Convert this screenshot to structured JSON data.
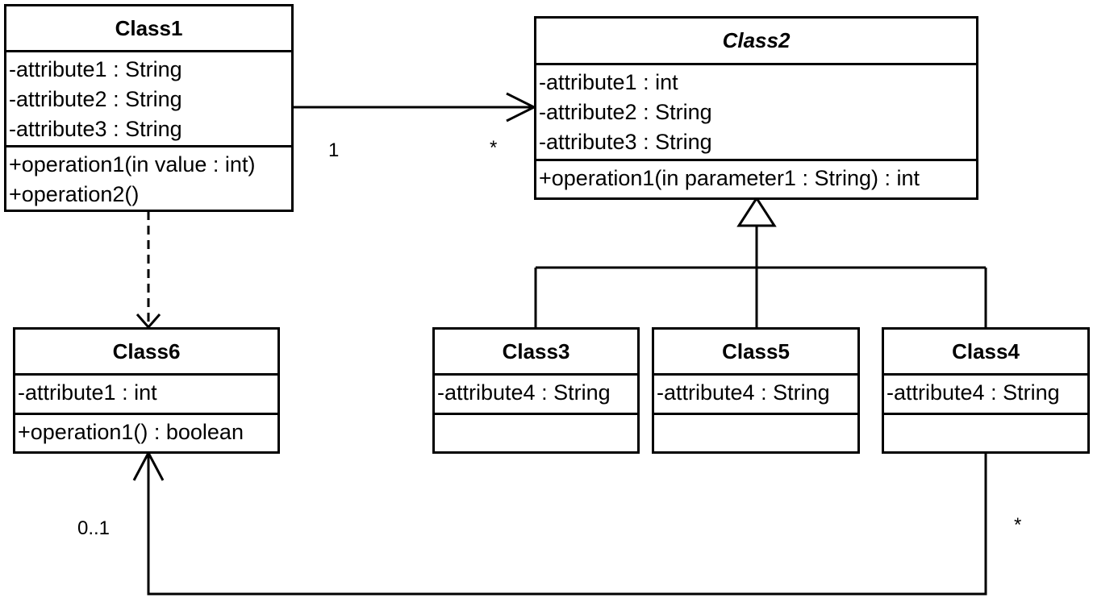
{
  "classes": {
    "class1": {
      "name": "Class1",
      "attributes": [
        "-attribute1 : String",
        "-attribute2 : String",
        "-attribute3 : String"
      ],
      "operations": [
        "+operation1(in value : int)",
        "+operation2()"
      ]
    },
    "class2": {
      "name": "Class2",
      "abstract": true,
      "attributes": [
        "-attribute1 : int",
        "-attribute2 : String",
        "-attribute3 : String"
      ],
      "operations": [
        "+operation1(in parameter1 : String) : int"
      ]
    },
    "class3": {
      "name": "Class3",
      "attributes": [
        "-attribute4 : String"
      ],
      "operations": []
    },
    "class5": {
      "name": "Class5",
      "attributes": [
        "-attribute4 : String"
      ],
      "operations": []
    },
    "class4": {
      "name": "Class4",
      "attributes": [
        "-attribute4 : String"
      ],
      "operations": []
    },
    "class6": {
      "name": "Class6",
      "attributes": [
        "-attribute1 : int"
      ],
      "operations": [
        "+operation1() : boolean"
      ]
    }
  },
  "relationships": [
    {
      "type": "association",
      "from": "Class1",
      "to": "Class2",
      "source_multiplicity": "1",
      "target_multiplicity": "*"
    },
    {
      "type": "dependency",
      "from": "Class1",
      "to": "Class6"
    },
    {
      "type": "generalization",
      "from": [
        "Class3",
        "Class5",
        "Class4"
      ],
      "to": "Class2"
    },
    {
      "type": "association",
      "from": "Class4",
      "to": "Class6",
      "source_multiplicity": "*",
      "target_multiplicity": "0..1"
    }
  ],
  "multiplicities": {
    "c1_c2_source": "1",
    "c1_c2_target": "*",
    "c4_c6_target": "0..1",
    "c4_c6_source": "*"
  }
}
